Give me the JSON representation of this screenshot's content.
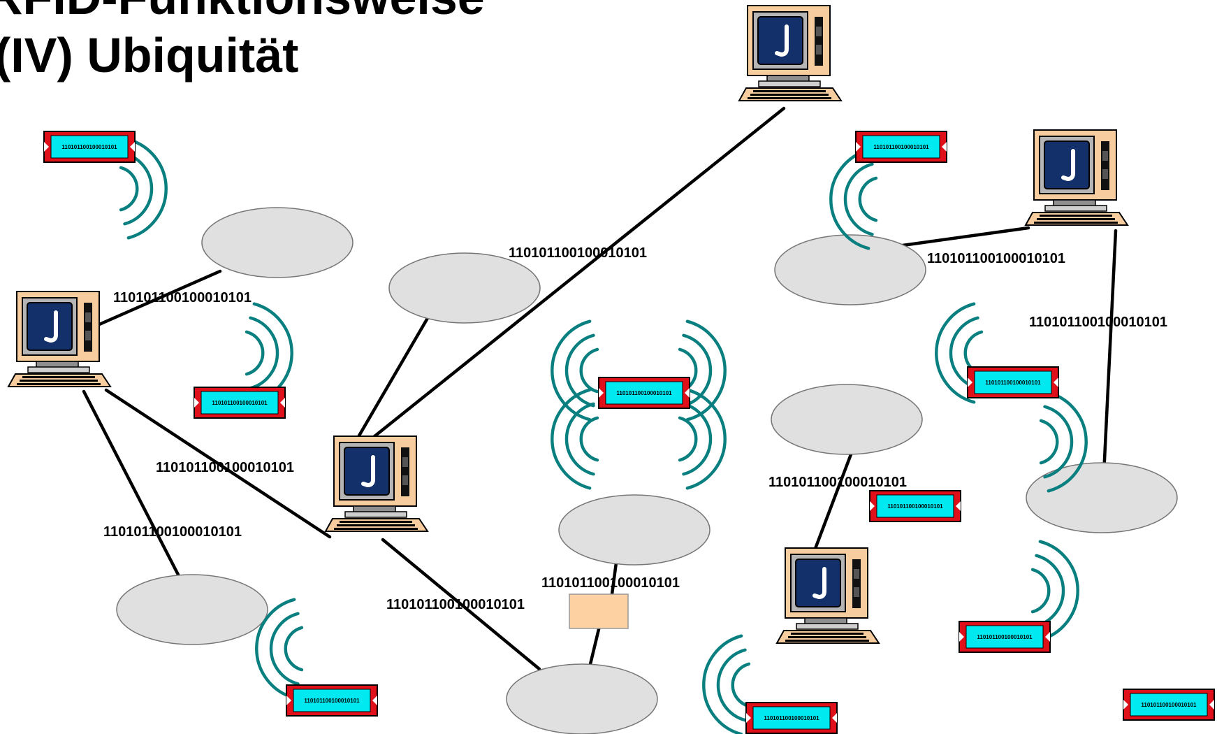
{
  "title": {
    "line1": "RFID-Funktionsweise",
    "line2": "(IV) Ubiquität"
  },
  "colors": {
    "wave": "#0a7f80",
    "tag_body": "#00e8f0",
    "tag_end": "#e0101a",
    "cloud": "#e0e0e0",
    "monitor_case": "#f7cda0",
    "screen": "#14306a",
    "relay_box": "#fdd1a2"
  },
  "icons": [
    "computer-icon",
    "rfid-tag-icon",
    "radio-wave-icon",
    "network-cloud",
    "relay-box"
  ],
  "link_labels": [
    "110101100100010101",
    "110101100100010101",
    "110101100100010101",
    "110101100100010101",
    "110101100100010101",
    "110101100100010101",
    "110101100100010101",
    "110101100100010101",
    "110101100100010101"
  ],
  "tags": [
    "110101100100010101",
    "110101100100010101",
    "110101100100010101",
    "110101100100010101",
    "110101100100010101",
    "110101100100010101",
    "110101100100010101",
    "110101100100010101",
    "110101100100010101",
    "110101100100010101"
  ]
}
